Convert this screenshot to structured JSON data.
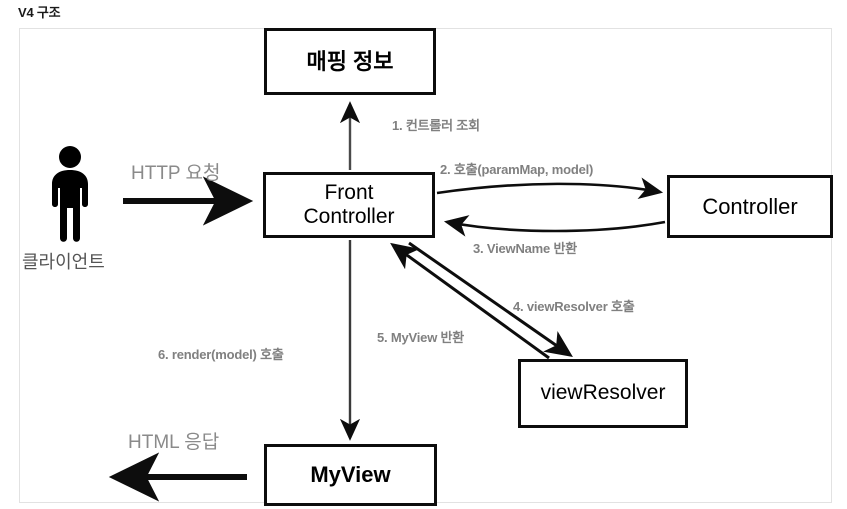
{
  "page": {
    "title": "V4 구조"
  },
  "diagram": {
    "type": "flow-diagram",
    "nodes": [
      {
        "id": "mapping-info",
        "label": "매핑 정보"
      },
      {
        "id": "front-controller",
        "label_line1": "Front",
        "label_line2": "Controller"
      },
      {
        "id": "controller",
        "label": "Controller"
      },
      {
        "id": "view-resolver",
        "label": "viewResolver"
      },
      {
        "id": "myview",
        "label": "MyView"
      }
    ],
    "actor": {
      "id": "client",
      "caption": "클라이언트",
      "icon": "person-icon"
    },
    "edges": [
      {
        "id": "http-request",
        "label": "HTTP 요청",
        "from": "client",
        "to": "front-controller",
        "style": "plain"
      },
      {
        "id": "step-1",
        "label": "1. 컨트롤러 조회",
        "from": "front-controller",
        "to": "mapping-info",
        "style": "numbered"
      },
      {
        "id": "step-2",
        "label": "2. 호출(paramMap, model)",
        "from": "front-controller",
        "to": "controller",
        "style": "numbered"
      },
      {
        "id": "step-3",
        "label": "3. ViewName 반환",
        "from": "controller",
        "to": "front-controller",
        "style": "numbered"
      },
      {
        "id": "step-4",
        "label": "4. viewResolver 호출",
        "from": "front-controller",
        "to": "view-resolver",
        "style": "numbered"
      },
      {
        "id": "step-5",
        "label": "5. MyView 반환",
        "from": "view-resolver",
        "to": "front-controller",
        "style": "numbered"
      },
      {
        "id": "step-6",
        "label": "6. render(model) 호출",
        "from": "front-controller",
        "to": "myview",
        "style": "numbered"
      },
      {
        "id": "html-response",
        "label": "HTML 응답",
        "from": "myview",
        "to": "client",
        "style": "plain"
      }
    ]
  },
  "colors": {
    "stroke": "#0d0d0d",
    "label_gray": "#808080",
    "plain_label_gray": "#8a8a8a",
    "frame_border": "#e2e2e2",
    "background": "#ffffff",
    "actor_fill": "#000000",
    "caption_gray": "#555555"
  }
}
